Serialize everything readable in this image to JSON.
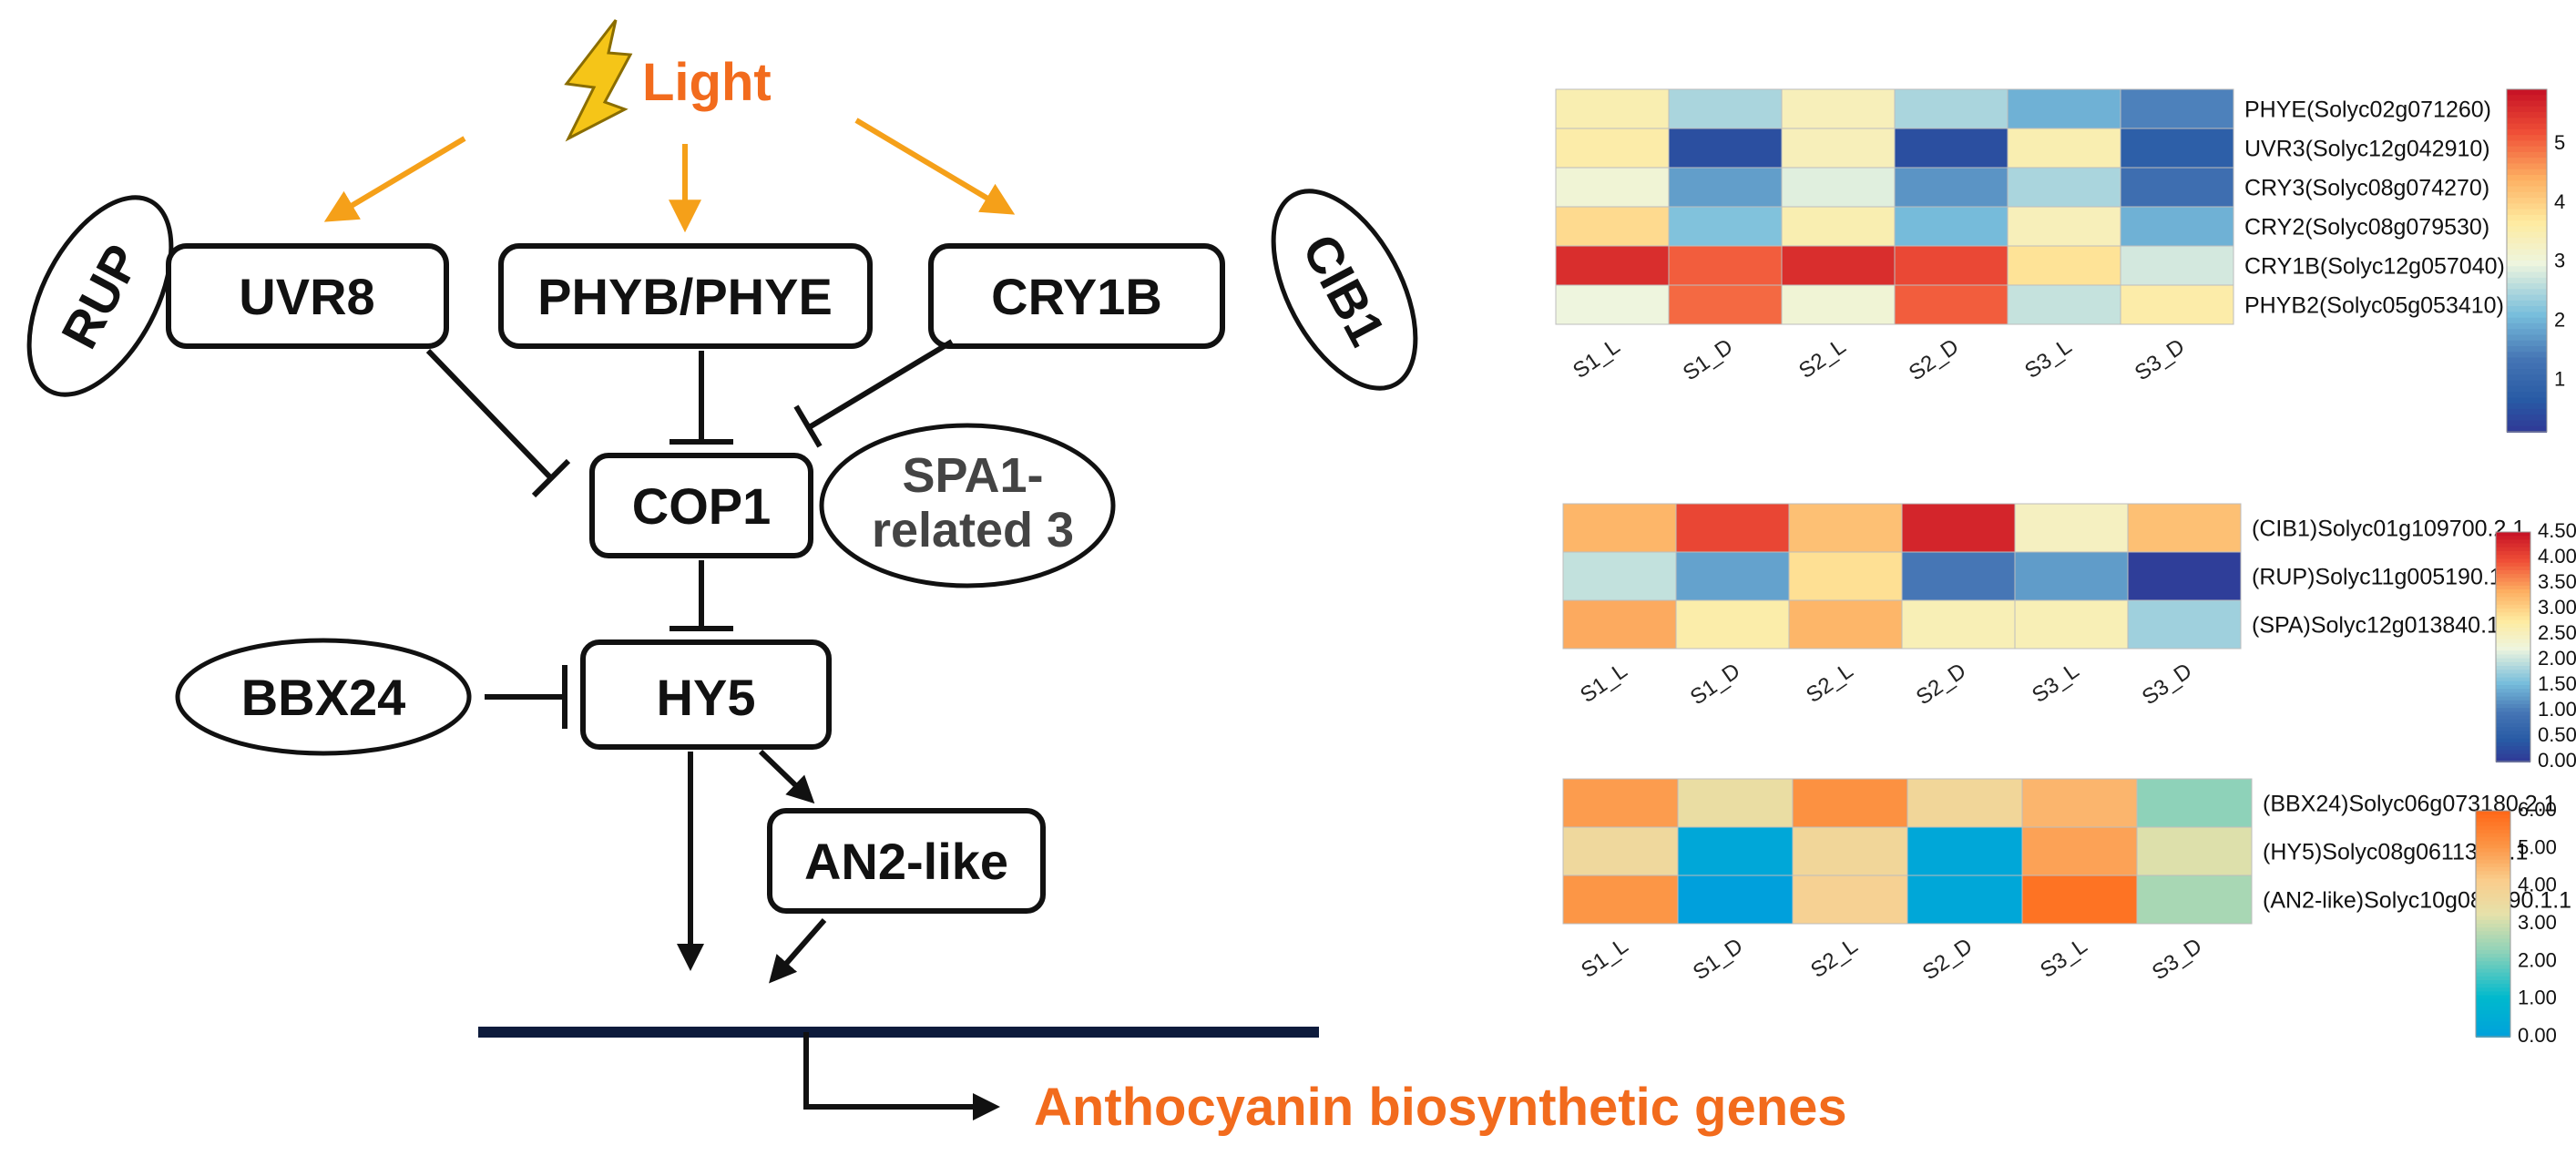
{
  "pathway": {
    "light_label": "Light",
    "output_label": "Anthocyanin biosynthetic genes",
    "nodes": {
      "uvr8": "UVR8",
      "phyb_phye": "PHYB/PHYE",
      "cry1b": "CRY1B",
      "cop1": "COP1",
      "hy5": "HY5",
      "an2_like": "AN2-like"
    },
    "regulators": {
      "rup": "RUP",
      "cib1": "CIB1",
      "spa_line1": "SPA1-",
      "spa_line2": "related 3",
      "bbx24": "BBX24"
    },
    "colors": {
      "light_arrows": "#f5a019",
      "bolt": "#f5c518",
      "accent_text": "#f26b1d"
    }
  },
  "heatmap1": {
    "columns": [
      "S1_L",
      "S1_D",
      "S2_L",
      "S2_D",
      "S3_L",
      "S3_D"
    ],
    "rows": [
      {
        "label": "PHYE(Solyc02g071260)",
        "values": [
          3.5,
          2.5,
          3.4,
          2.5,
          2.0,
          1.5
        ]
      },
      {
        "label": "UVR3(Solyc12g042910)",
        "values": [
          3.6,
          0.5,
          3.4,
          0.5,
          3.5,
          0.8
        ]
      },
      {
        "label": "CRY3(Solyc08g074270)",
        "values": [
          3.1,
          1.8,
          2.9,
          1.7,
          2.5,
          1.2
        ]
      },
      {
        "label": "CRY2(Solyc08g079530)",
        "values": [
          3.9,
          2.2,
          3.5,
          2.1,
          3.4,
          2.0
        ]
      },
      {
        "label": "CRY1B(Solyc12g057040)",
        "values": [
          5.6,
          5.1,
          5.6,
          5.3,
          3.8,
          2.8
        ]
      },
      {
        "label": "PHYB2(Solyc05g053410)",
        "values": [
          3.0,
          5.0,
          3.1,
          5.1,
          2.7,
          3.6
        ]
      }
    ],
    "colorbar_ticks": [
      "5",
      "4",
      "3",
      "2",
      "1"
    ],
    "range": [
      0.1,
      5.9
    ],
    "palette": "red-yellow-blue"
  },
  "heatmap2": {
    "columns": [
      "S1_L",
      "S1_D",
      "S2_L",
      "S2_D",
      "S3_L",
      "S3_D"
    ],
    "rows": [
      {
        "label": "(CIB1)Solyc01g109700.2.1",
        "values": [
          3.3,
          4.05,
          3.2,
          4.35,
          2.5,
          3.2
        ]
      },
      {
        "label": "(RUP)Solyc11g005190.1.1",
        "values": [
          2.0,
          1.35,
          2.9,
          1.0,
          1.3,
          0.1
        ]
      },
      {
        "label": "(SPA)Solyc12g013840.1.1",
        "values": [
          3.4,
          2.7,
          3.3,
          2.6,
          2.6,
          1.8
        ]
      }
    ],
    "colorbar_ticks": [
      "4.50",
      "4.00",
      "3.50",
      "3.00",
      "2.50",
      "2.00",
      "1.50",
      "1.00",
      "0.50",
      "0.00"
    ],
    "range": [
      0.0,
      4.5
    ],
    "palette": "red-yellow-blue"
  },
  "heatmap3": {
    "columns": [
      "S1_L",
      "S1_D",
      "S2_L",
      "S2_D",
      "S3_L",
      "S3_D"
    ],
    "rows": [
      {
        "label": "(BBX24)Solyc06g073180.2.1",
        "values": [
          5.0,
          3.5,
          5.2,
          3.8,
          4.6,
          2.3
        ]
      },
      {
        "label": "(HY5)Solyc08g061130.2.1",
        "values": [
          3.7,
          0.3,
          3.8,
          0.3,
          4.9,
          3.2
        ]
      },
      {
        "label": "(AN2-like)Solyc10g086290.1.1",
        "values": [
          5.1,
          0.0,
          4.0,
          0.3,
          5.8,
          2.6
        ]
      }
    ],
    "colorbar_ticks": [
      "6.00",
      "5.00",
      "4.00",
      "3.00",
      "2.00",
      "1.00",
      "0.00"
    ],
    "range": [
      0.0,
      6.0
    ],
    "palette": "orange-yellow-cyan"
  }
}
